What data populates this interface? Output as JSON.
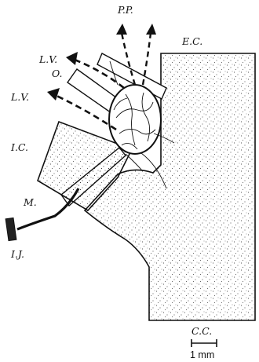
{
  "labels": {
    "pp": "P.P.",
    "ec": "E.C.",
    "lv_upper": "L.V.",
    "o": "O.",
    "lv_lower": "L.V.",
    "ic": "I.C.",
    "m": "M.",
    "ij": "I.J.",
    "cc": "C.C."
  },
  "scale_bar": {
    "label": "1 mm"
  },
  "colors": {
    "ink": "#111111",
    "paper": "#ffffff"
  }
}
